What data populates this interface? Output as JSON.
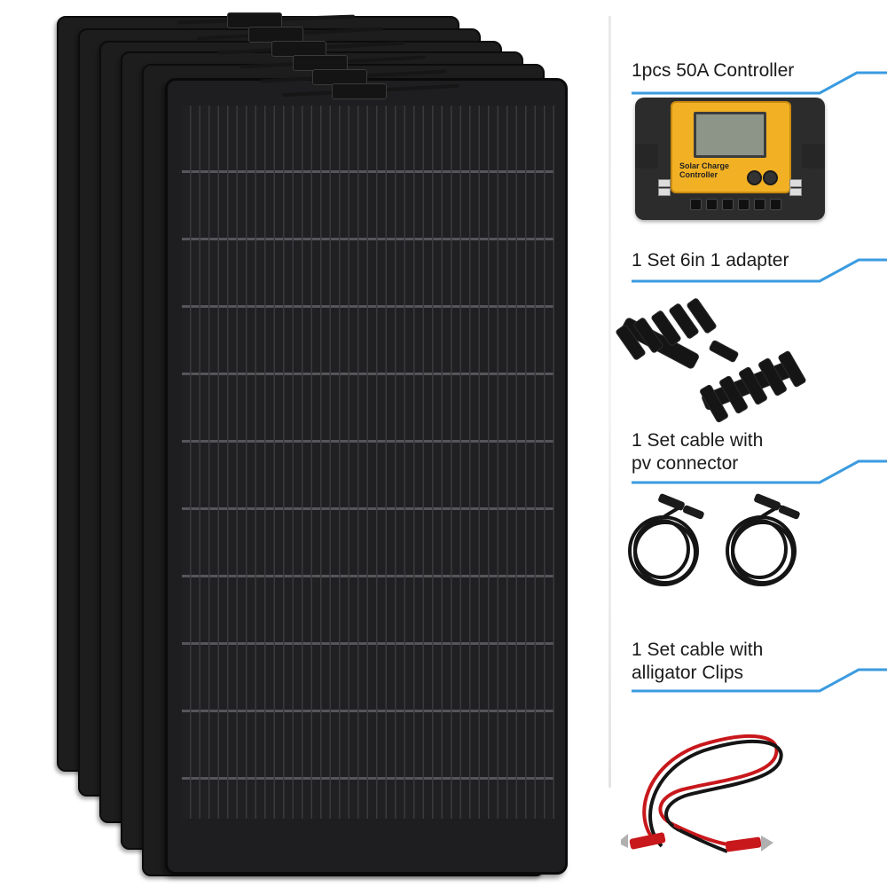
{
  "image": {
    "product": "flexible solar panel kit",
    "panel_count": 6,
    "colors": {
      "panel": "#1e1e20",
      "panel_frame": "#0a0a0a",
      "controller_face": "#f2b124",
      "callout_line": "#3b9be0",
      "divider": "#ececec",
      "cable_red": "#c8181c",
      "cable_black": "#151515"
    }
  },
  "items": [
    {
      "label": "1pcs 50A Controller",
      "icon": "charge-controller-icon"
    },
    {
      "label": "1 Set 6in 1 adapter",
      "icon": "branch-adapter-icon"
    },
    {
      "label": "1 Set cable with\npv connector",
      "line1": "1 Set cable with",
      "line2": "pv connector",
      "icon": "pv-cable-icon"
    },
    {
      "label": "1 Set cable with\nalligator Clips",
      "line1": "1 Set cable with",
      "line2": "alligator Clips",
      "icon": "alligator-clip-cable-icon"
    }
  ],
  "controller": {
    "brand_line1": "Solar Charge",
    "brand_line2": "Controller"
  }
}
